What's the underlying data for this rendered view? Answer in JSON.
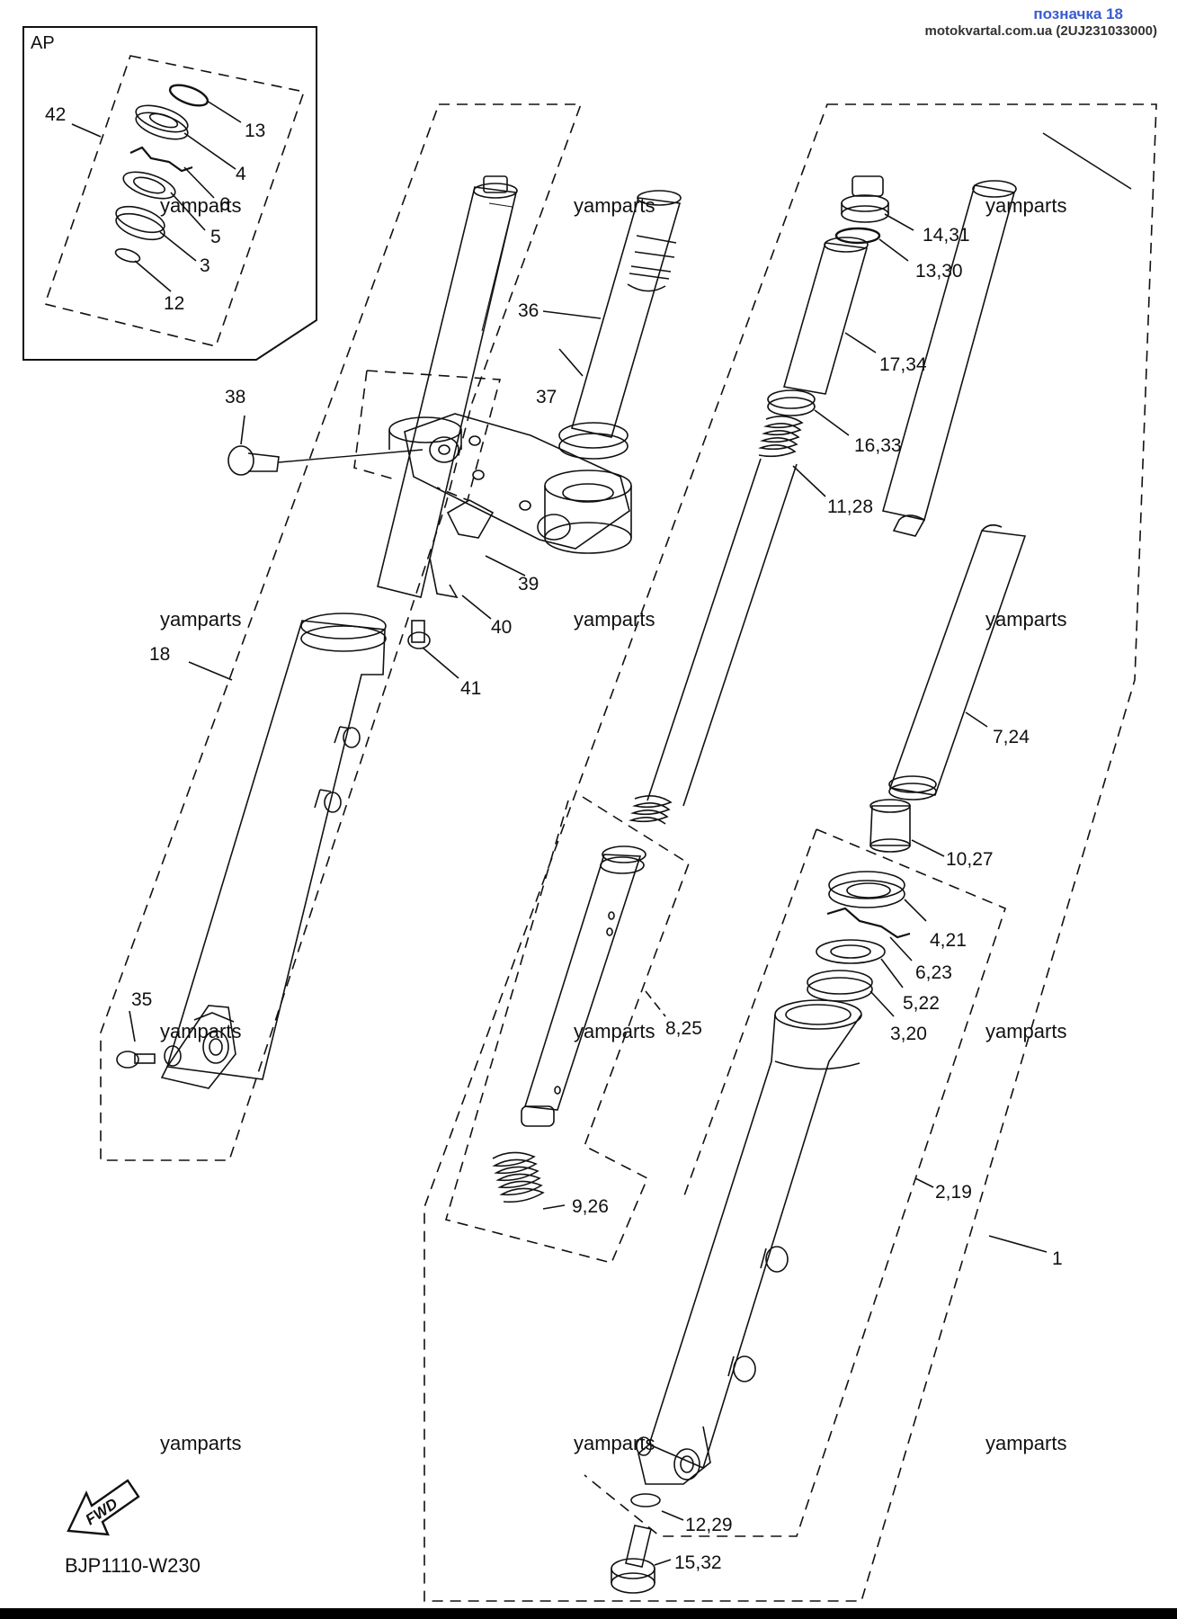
{
  "header": {
    "link_text": "позначка 18",
    "source_text": "motokvartal.com.ua (2UJ231033000)"
  },
  "inset": {
    "label": "AP"
  },
  "diagram_code": "BJP1110-W230",
  "fwd_label": "FWD",
  "watermark": "yamparts",
  "callouts": {
    "c42": "42",
    "c13": "13",
    "c4": "4",
    "c6": "6",
    "c5": "5",
    "c3": "3",
    "c12": "12",
    "c38": "38",
    "c36": "36",
    "c37": "37",
    "c39": "39",
    "c40": "40",
    "c41": "41",
    "c18": "18",
    "c35": "35",
    "c14_31": "14,31",
    "c13_30": "13,30",
    "c17_34": "17,34",
    "c16_33": "16,33",
    "c11_28": "11,28",
    "c7_24": "7,24",
    "c10_27": "10,27",
    "c4_21": "4,21",
    "c6_23": "6,23",
    "c5_22": "5,22",
    "c3_20": "3,20",
    "c8_25": "8,25",
    "c9_26": "9,26",
    "c2_19": "2,19",
    "c1": "1",
    "c12_29": "12,29",
    "c15_32": "15,32"
  },
  "colors": {
    "line": "#111111",
    "header_link": "#3a5bd1"
  }
}
